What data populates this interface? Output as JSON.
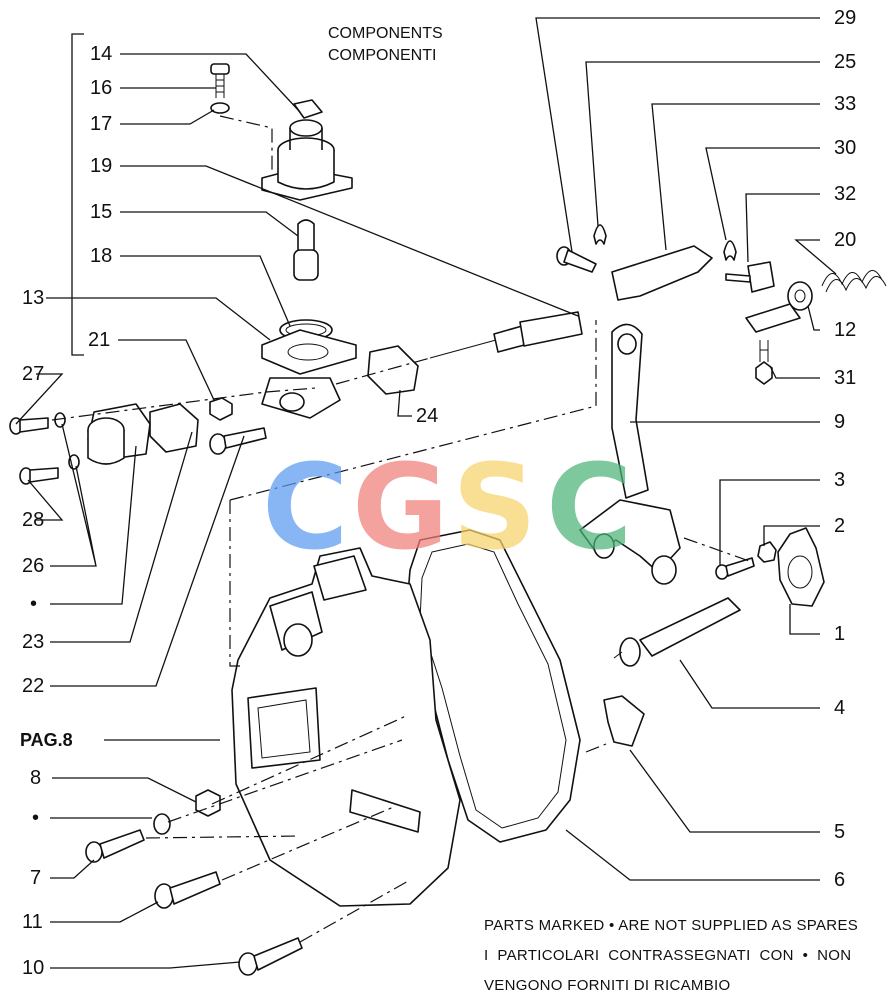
{
  "header": {
    "line1": "COMPONENTS",
    "line2": "COMPONENTI"
  },
  "page_ref": "PAG.8",
  "bullet": "•",
  "callouts_left": [
    "14",
    "16",
    "17",
    "19",
    "15",
    "18",
    "13",
    "21",
    "27",
    "28",
    "26",
    "•",
    "23",
    "22",
    "24"
  ],
  "callouts_right": [
    "29",
    "25",
    "33",
    "30",
    "32",
    "20",
    "12",
    "31",
    "9",
    "3",
    "2",
    "1",
    "4",
    "5",
    "6"
  ],
  "callouts_bottom_left": [
    "8",
    "•",
    "7",
    "11",
    "10"
  ],
  "watermark": {
    "letters": [
      "C",
      "G",
      "S",
      "C"
    ],
    "colors": [
      "#5b9bf0",
      "#f07f7a",
      "#f7d36a",
      "#4db37a"
    ]
  },
  "footer_note": {
    "line1": "PARTS MARKED • ARE NOT SUPPLIED AS SPARES",
    "line2": "I  PARTICOLARI  CONTRASSEGNATI  CON  •  NON",
    "line3": "VENGONO FORNITI DI RICAMBIO"
  }
}
